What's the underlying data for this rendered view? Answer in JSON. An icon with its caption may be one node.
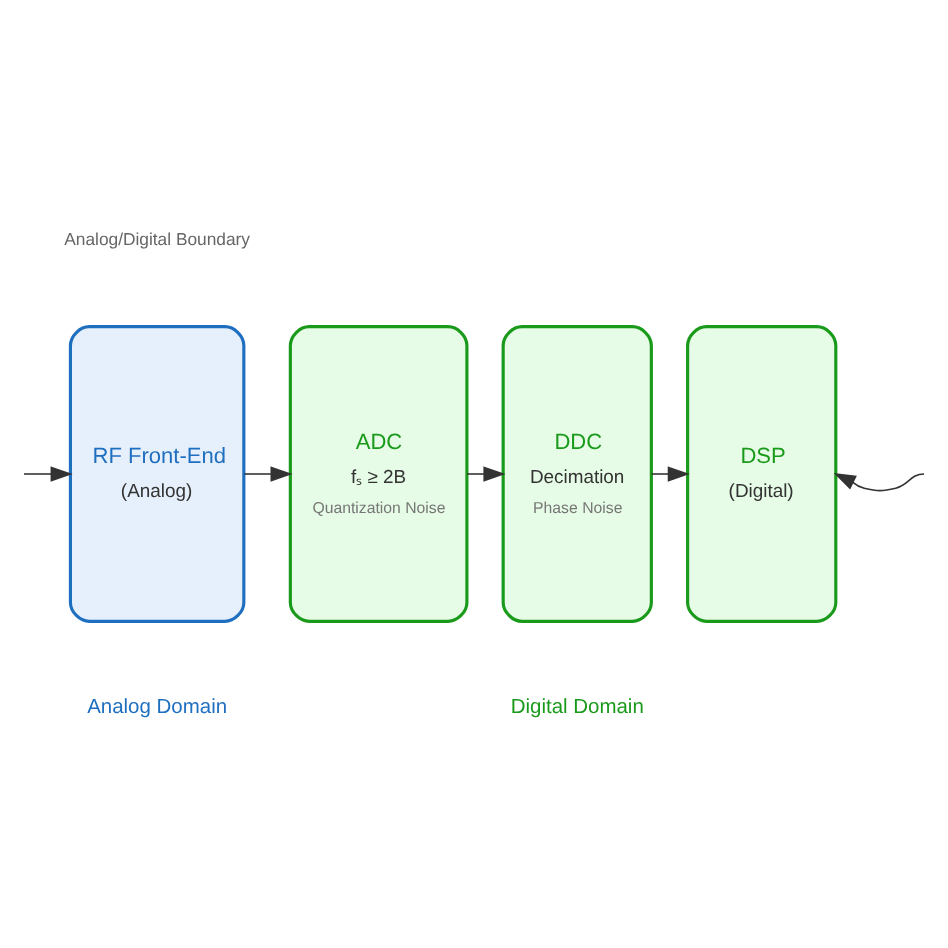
{
  "diagram": {
    "nodes": [
      {
        "text": [
          "RF Front-End",
          "(Analog)"
        ]
      },
      {
        "text": [
          "ADC",
          "fₛ ≥ 2B",
          "Quantization Noise"
        ]
      },
      {
        "text": [
          "DDC",
          "Decimation",
          "Phase Noise"
        ]
      },
      {
        "text": [
          "DSP",
          "(Digital)"
        ]
      }
    ],
    "edges": [
      {
        "from": null,
        "to": 0,
        "arrow": "to"
      },
      {
        "from": 0,
        "to": 1,
        "arrow": "to"
      },
      {
        "from": 1,
        "to": 2,
        "arrow": "to"
      },
      {
        "from": 2,
        "to": 3,
        "arrow": "to"
      },
      {
        "from": null,
        "to": 3,
        "arrow": "to"
      }
    ],
    "labels": [
      "Analog/Digital Boundary",
      "Analog Domain",
      "Digital Domain"
    ]
  }
}
